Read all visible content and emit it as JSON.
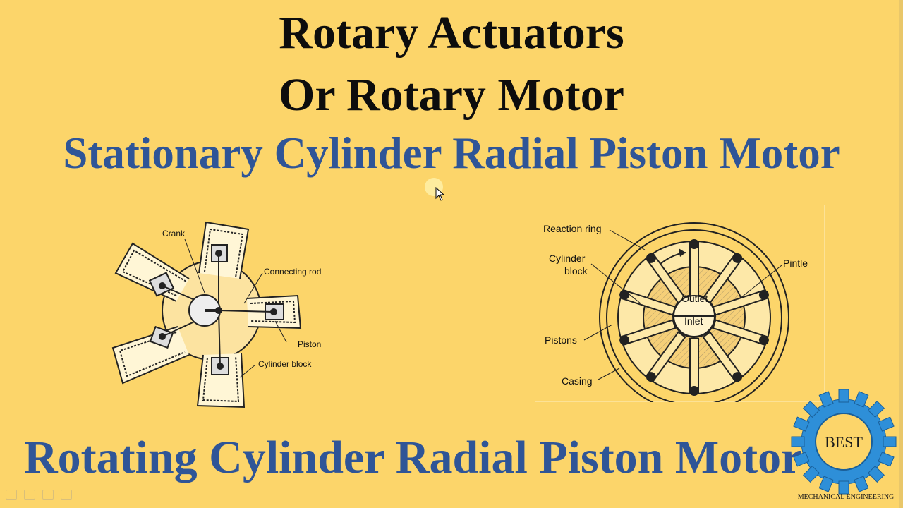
{
  "title_line1": "Rotary Actuators",
  "title_line2": "Or Rotary Motor",
  "subtitle_stationary": "Stationary Cylinder Radial Piston Motor",
  "subtitle_rotating": "Rotating Cylinder Radial Piston Motor",
  "left_diagram": {
    "labels": {
      "crank": "Crank",
      "connecting_rod": "Connecting rod",
      "piston": "Piston",
      "cylinder_block": "Cylinder block"
    }
  },
  "right_diagram": {
    "labels": {
      "reaction_ring": "Reaction ring",
      "cylinder_block_1": "Cylinder",
      "cylinder_block_2": "block",
      "pintle": "Pintle",
      "outlet": "Outlet",
      "inlet": "Inlet",
      "pistons": "Pistons",
      "casing": "Casing"
    }
  },
  "logo": {
    "word": "BEST",
    "caption": "MECHANICAL ENGINEERING"
  },
  "colors": {
    "background": "#fcd56a",
    "title": "#0d0d0d",
    "subtitle": "#2f5597",
    "logo_gear": "#2e8fd8"
  }
}
